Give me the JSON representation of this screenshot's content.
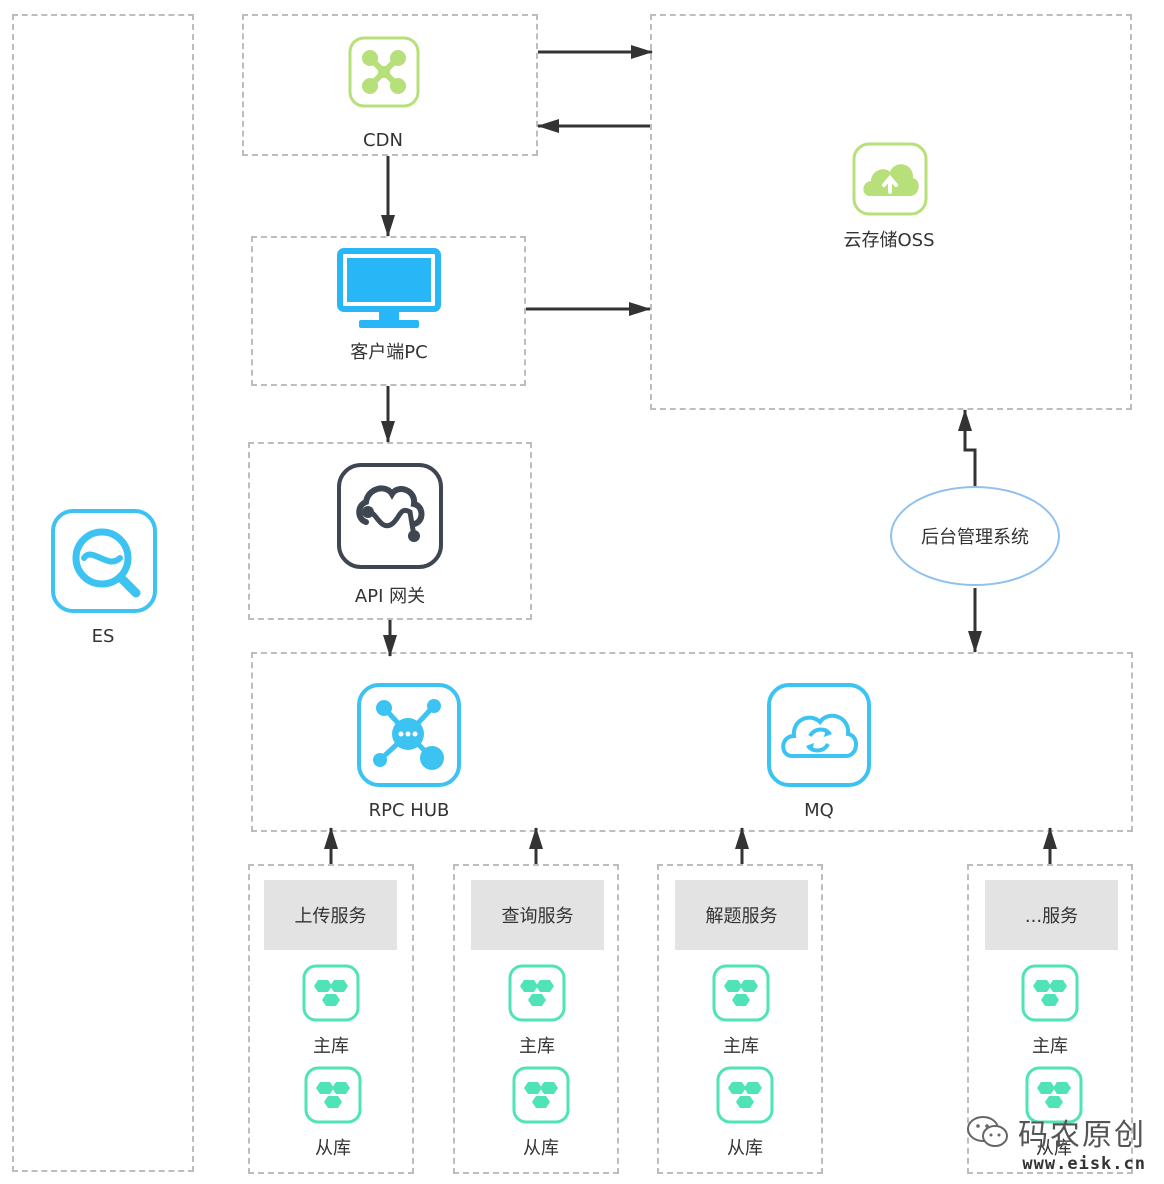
{
  "nodes": {
    "es": "ES",
    "cdn": "CDN",
    "oss": "云存储OSS",
    "client": "客户端PC",
    "gateway": "API 网关",
    "rpc": "RPC HUB",
    "mq": "MQ",
    "admin": "后台管理系统"
  },
  "services": [
    {
      "name": "上传服务",
      "master": "主库",
      "slave": "从库"
    },
    {
      "name": "查询服务",
      "master": "主库",
      "slave": "从库"
    },
    {
      "name": "解题服务",
      "master": "主库",
      "slave": "从库"
    },
    {
      "name": "...服务",
      "master": "主库",
      "slave": "从库"
    }
  ],
  "watermark": {
    "title": "码农原创",
    "url": "www.eisk.cn"
  },
  "colors": {
    "cdn_green": "#b7e07a",
    "oss_green": "#b7e07a",
    "client_blue": "#29b6f6",
    "gateway_dark": "#3d4651",
    "accent_blue": "#3cc3f2",
    "db_teal": "#4fe3b7",
    "box_border": "#bdbdbd",
    "arrow": "#333333",
    "ellipse_border": "#8fc0ef",
    "service_header_bg": "#e3e3e3"
  }
}
